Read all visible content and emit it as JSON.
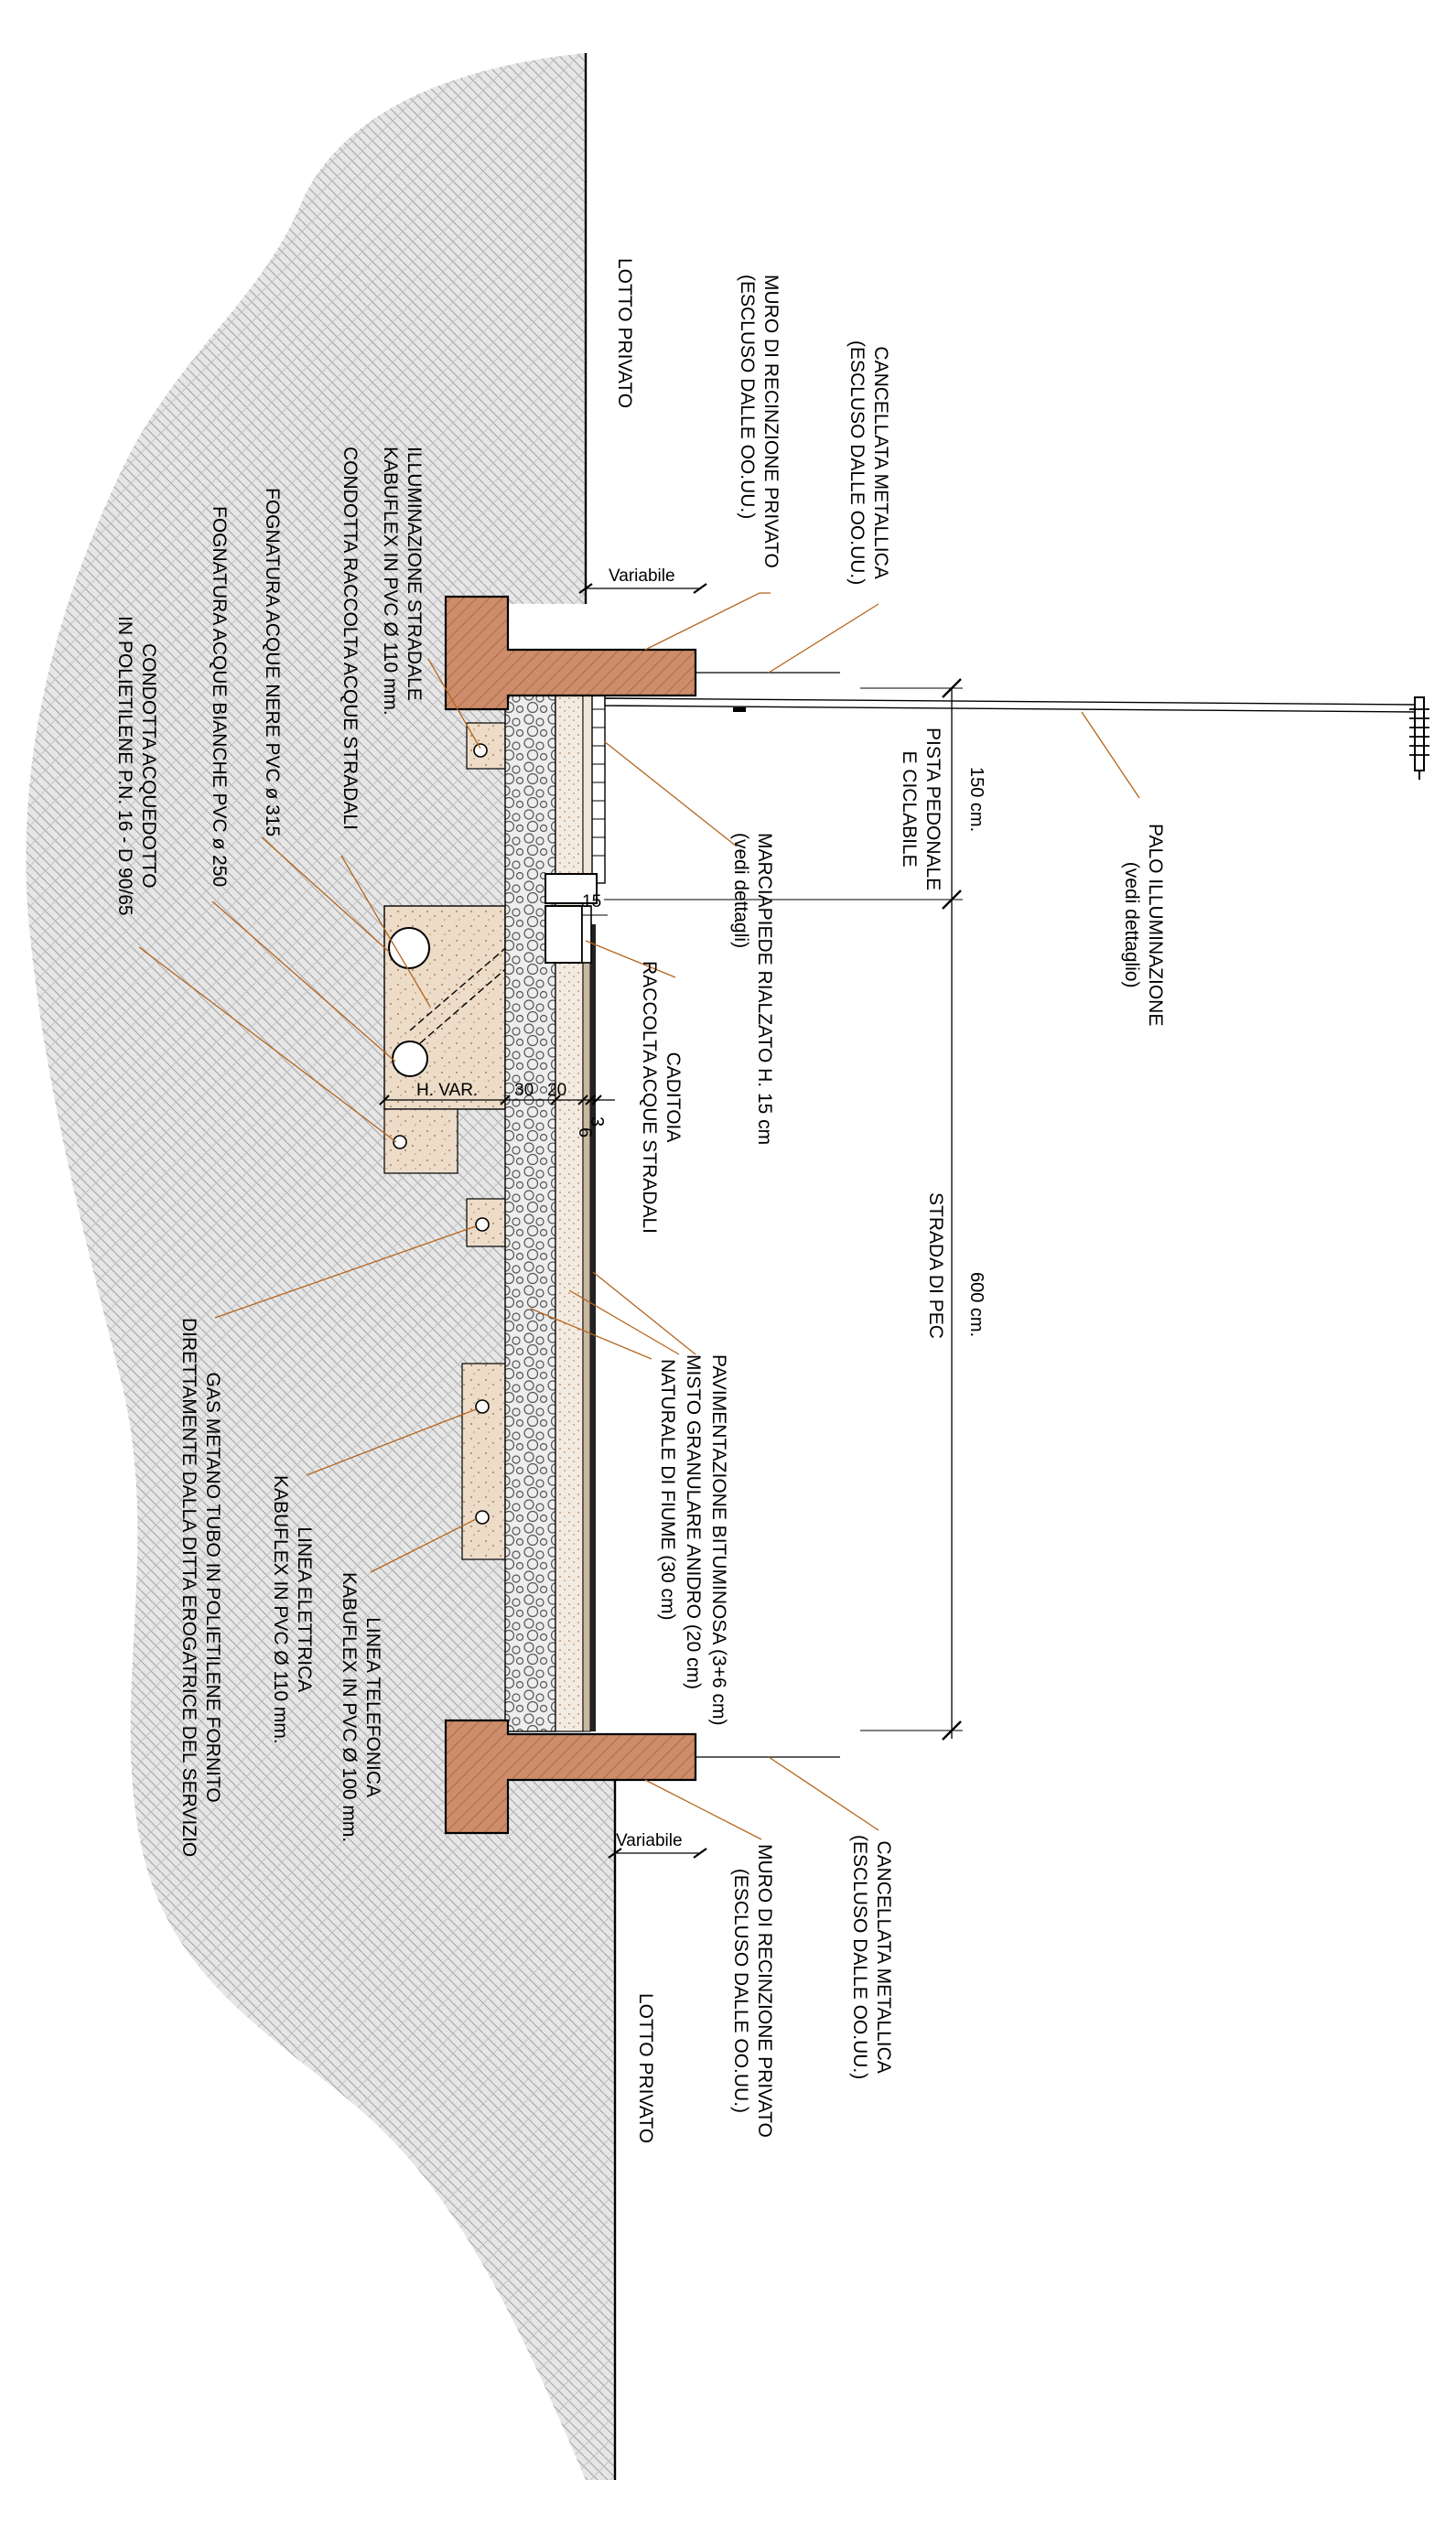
{
  "colors": {
    "ink": "#000000",
    "leader": "#b5651d",
    "wall": "#cd8d6a",
    "soil": "#e2e2e2",
    "sand": "#ead9c6",
    "asphalt": "#222222"
  },
  "labels": {
    "lotto_privato_top": "LOTTO PRIVATO",
    "muro_top_1": "MURO DI RECINZIONE PRIVATO",
    "muro_top_2": "(ESCLUSO DALLE OO.UU.)",
    "cancellata_top_1": "CANCELLATA METALLICA",
    "cancellata_top_2": "(ESCLUSO DALLE OO.UU.)",
    "illuminazione_1": "ILLUMINAZIONE STRADALE",
    "illuminazione_2": "KABUFLEX IN PVC Ø 110 mm.",
    "condotta_raccolta": "CONDOTTA RACCOLTA ACQUE STRADALI",
    "fognatura_nere": "FOGNATURA ACQUE NERE PVC ø 315",
    "fognatura_bianche": "FOGNATURA ACQUE BIANCHE PVC ø 250",
    "acquedotto_1": "CONDOTTA ACQUEDOTTO",
    "acquedotto_2": "IN POLIETILENE P.N. 16 - D 90/65",
    "palo_1": "PALO ILLUMINAZIONE",
    "palo_2": "(vedi dettaglio)",
    "pista_1": "PISTA PEDONALE",
    "pista_2": "E CICLABILE",
    "marciapiede_1": "MARCIAPIEDE RIALZATO H. 15 cm",
    "marciapiede_2": "(vedi dettagli)",
    "caditoia_1": "CADITOIA",
    "caditoia_2": "RACCOLTA ACQUE STRADALI",
    "strada": "STRADA DI PEC",
    "pavimentazione": "PAVIMENTAZIONE BITUMINOSA (3+6 cm)",
    "misto": "MISTO GRANULARE ANIDRO (20 cm)",
    "naturale": "NATURALE DI FIUME (30 cm)",
    "gas_1": "GAS METANO TUBO IN POLIETILENE FORNITO",
    "gas_2": "DIRETTAMENTE DALLA DITTA EROGATRICE DEL SERVIZIO",
    "elettrica_1": "LINEA ELETTRICA",
    "elettrica_2": "KABUFLEX IN PVC Ø 110 mm.",
    "telefonica_1": "LINEA TELEFONICA",
    "telefonica_2": "KABUFLEX IN PVC Ø 100 mm.",
    "cancellata_bottom_1": "CANCELLATA METALLICA",
    "cancellata_bottom_2": "(ESCLUSO DALLE OO.UU.)",
    "muro_bottom_1": "MURO DI RECINZIONE PRIVATO",
    "muro_bottom_2": "(ESCLUSO DALLE OO.UU.)",
    "lotto_privato_bottom": "LOTTO PRIVATO"
  },
  "dimensions": {
    "variabile_top": "Variabile",
    "variabile_bottom": "Variabile",
    "w150": "150 cm.",
    "w600": "600 cm.",
    "d15": "15",
    "hvar": "H. VAR.",
    "d30": "30",
    "d20": "20",
    "d3": "3",
    "d6": "6"
  }
}
